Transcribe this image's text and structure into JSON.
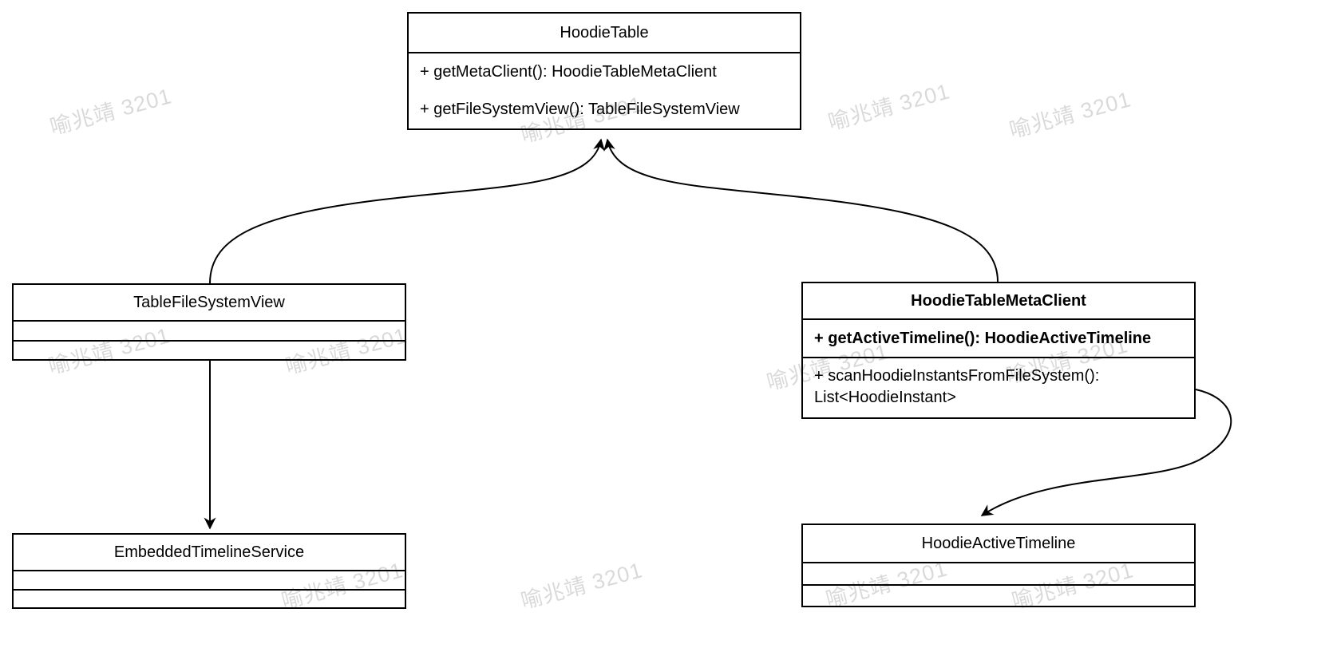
{
  "watermark": {
    "text": "喻兆靖 3201"
  },
  "classes": {
    "hoodie_table": {
      "title": "HoodieTable",
      "methods": [
        "+ getMetaClient(): HoodieTableMetaClient",
        "+ getFileSystemView(): TableFileSystemView"
      ]
    },
    "table_file_system_view": {
      "title": "TableFileSystemView",
      "methods": []
    },
    "hoodie_table_meta_client": {
      "title": "HoodieTableMetaClient",
      "methods": [
        "+ getActiveTimeline(): HoodieActiveTimeline",
        "+ scanHoodieInstantsFromFileSystem(): List<HoodieInstant>"
      ]
    },
    "embedded_timeline_service": {
      "title": "EmbeddedTimelineService",
      "methods": []
    },
    "hoodie_active_timeline": {
      "title": "HoodieActiveTimeline",
      "methods": []
    }
  },
  "relations": [
    {
      "from": "TableFileSystemView",
      "to": "HoodieTable"
    },
    {
      "from": "HoodieTableMetaClient",
      "to": "HoodieTable"
    },
    {
      "from": "TableFileSystemView",
      "to": "EmbeddedTimelineService"
    },
    {
      "from": "HoodieTableMetaClient",
      "to": "HoodieActiveTimeline"
    }
  ]
}
